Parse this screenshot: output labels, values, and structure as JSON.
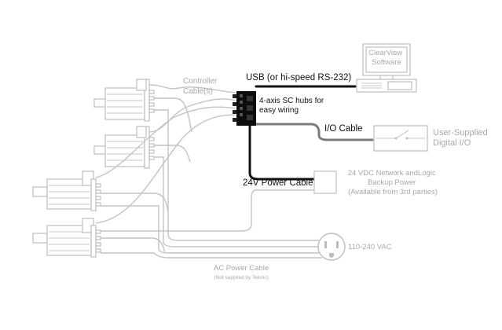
{
  "labels": {
    "controller_cables": "Controller Cable(s)",
    "usb": "USB (or hi-speed RS-232)",
    "hub": "4-axis SC hubs for easy wiring",
    "clearview": "ClearView Software",
    "io_cable": "I/O Cable",
    "user_io": "User-Supplied Digital I/O",
    "power_cable": "24V Power Cable",
    "backup_power_line1": "24 VDC Network andLogic",
    "backup_power_line2": "Backup Power",
    "backup_power_line3": "(Available from 3rd parties)",
    "vac": "110-240 VAC",
    "ac_cable": "AC Power Cable",
    "ac_note": "(Not supplied by Teknic)"
  },
  "colors": {
    "primary_cable": "#111111",
    "io_cable": "#7b7b7b",
    "secondary_cable": "#c4c4c4",
    "muted_text": "#a9a9a9",
    "dark_text": "#111111"
  }
}
